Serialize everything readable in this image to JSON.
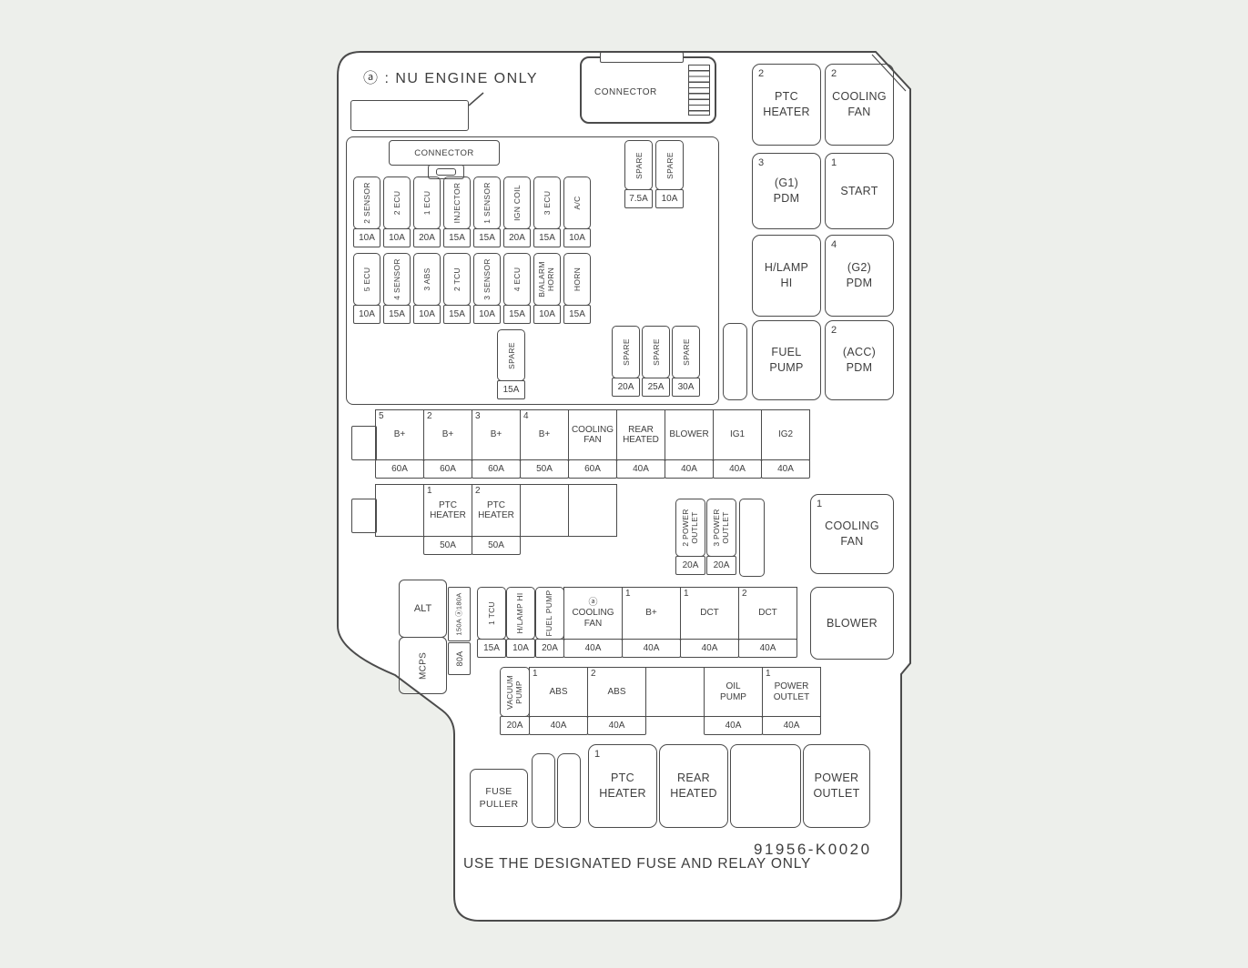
{
  "legend": {
    "note": "ⓐ : NU ENGINE ONLY"
  },
  "connector_top": {
    "label": "CONNECTOR"
  },
  "connector_inner": {
    "label": "CONNECTOR"
  },
  "row1": [
    {
      "text": "2 SENSOR",
      "amp": "10A"
    },
    {
      "text": "2 ECU",
      "amp": "10A"
    },
    {
      "text": "1 ECU",
      "amp": "20A"
    },
    {
      "text": "INJECTOR",
      "amp": "15A"
    },
    {
      "text": "1 SENSOR",
      "amp": "15A"
    },
    {
      "text": "IGN COIL",
      "amp": "20A"
    },
    {
      "text": "3 ECU",
      "amp": "15A"
    },
    {
      "text": "A/C",
      "amp": "10A"
    }
  ],
  "row2": [
    {
      "text": "5 ECU",
      "amp": "10A"
    },
    {
      "text": "4 SENSOR",
      "amp": "15A"
    },
    {
      "text": "3 ABS",
      "amp": "10A"
    },
    {
      "text": "2 TCU",
      "amp": "15A"
    },
    {
      "text": "3 SENSOR",
      "amp": "10A"
    },
    {
      "text": "4 ECU",
      "amp": "15A"
    },
    {
      "text": "B/ALARM HORN",
      "amp": "10A"
    },
    {
      "text": "HORN",
      "amp": "15A"
    }
  ],
  "spares_top": [
    {
      "text": "SPARE",
      "amp": "7.5A"
    },
    {
      "text": "SPARE",
      "amp": "10A"
    }
  ],
  "spare_mid": {
    "text": "SPARE",
    "amp": "15A"
  },
  "spares_right": [
    {
      "text": "SPARE",
      "amp": "20A"
    },
    {
      "text": "SPARE",
      "amp": "25A"
    },
    {
      "text": "SPARE",
      "amp": "30A"
    }
  ],
  "relays": {
    "ptc_heater": {
      "num": "2",
      "label": "PTC\nHEATER"
    },
    "cooling_fan": {
      "num": "2",
      "label": "COOLING\nFAN"
    },
    "g1_pdm": {
      "num": "3",
      "label": "(G1)\nPDM"
    },
    "start": {
      "num": "1",
      "label": "START"
    },
    "hlamp_hi": {
      "num": "",
      "label": "H/LAMP\nHI"
    },
    "g2_pdm": {
      "num": "4",
      "label": "(G2)\nPDM"
    },
    "fuel_pump": {
      "num": "",
      "label": "FUEL\nPUMP"
    },
    "acc_pdm": {
      "num": "2",
      "label": "(ACC)\nPDM"
    },
    "cooling_fan_mid": {
      "num": "1",
      "label": "COOLING\nFAN"
    },
    "blower": {
      "num": "",
      "label": "BLOWER"
    }
  },
  "main_row": [
    {
      "num": "5",
      "label": "B+",
      "amp": "60A"
    },
    {
      "num": "2",
      "label": "B+",
      "amp": "60A"
    },
    {
      "num": "3",
      "label": "B+",
      "amp": "60A"
    },
    {
      "num": "4",
      "label": "B+",
      "amp": "50A"
    },
    {
      "num": "",
      "label": "COOLING\nFAN",
      "amp": "60A"
    },
    {
      "num": "",
      "label": "REAR\nHEATED",
      "amp": "40A"
    },
    {
      "num": "",
      "label": "BLOWER",
      "amp": "40A"
    },
    {
      "num": "",
      "label": "IG1",
      "amp": "40A"
    },
    {
      "num": "",
      "label": "IG2",
      "amp": "40A"
    }
  ],
  "ptc_row": [
    {
      "num": "",
      "label": "",
      "amp": ""
    },
    {
      "num": "1",
      "label": "PTC\nHEATER",
      "amp": "50A"
    },
    {
      "num": "2",
      "label": "PTC\nHEATER",
      "amp": "50A"
    },
    {
      "num": "",
      "label": "",
      "amp": ""
    },
    {
      "num": "",
      "label": "",
      "amp": ""
    }
  ],
  "power_outlets": [
    {
      "text": "2 POWER OUTLET",
      "amp": "20A"
    },
    {
      "text": "3 POWER OUTLET",
      "amp": "20A"
    }
  ],
  "alt_block": {
    "alt": "ALT",
    "alt_amp": "150A ⓐ180A",
    "mcps": "MCPS",
    "mcps_amp": "80A"
  },
  "row3": [
    {
      "text": "1 TCU",
      "amp": "15A"
    },
    {
      "text": "H/LAMP HI",
      "amp": "10A"
    },
    {
      "text": "FUEL PUMP",
      "amp": "20A"
    },
    {
      "num": "",
      "label": "ⓐ\nCOOLING\nFAN",
      "amp": "40A"
    },
    {
      "num": "1",
      "label": "B+",
      "amp": "40A"
    },
    {
      "num": "1",
      "label": "DCT",
      "amp": "40A"
    },
    {
      "num": "2",
      "label": "DCT",
      "amp": "40A"
    }
  ],
  "row4": [
    {
      "text": "VACUUM PUMP",
      "amp": "20A"
    },
    {
      "num": "1",
      "label": "ABS",
      "amp": "40A"
    },
    {
      "num": "2",
      "label": "ABS",
      "amp": "40A"
    },
    {
      "num": "",
      "label": "",
      "amp": ""
    },
    {
      "num": "",
      "label": "OIL\nPUMP",
      "amp": "40A"
    },
    {
      "num": "1",
      "label": "POWER\nOUTLET",
      "amp": "40A"
    }
  ],
  "bottom": {
    "fuse_puller": "FUSE\nPULLER",
    "ptc_heater": {
      "num": "1",
      "label": "PTC\nHEATER"
    },
    "rear_heated": {
      "num": "",
      "label": "REAR\nHEATED"
    },
    "power_outlet": {
      "num": "",
      "label": "POWER\nOUTLET"
    }
  },
  "footer": {
    "part_number": "91956-K0020",
    "warning": "USE THE DESIGNATED FUSE AND RELAY ONLY"
  },
  "colors": {
    "line": "#4b4b4b",
    "background": "#edefeb",
    "paper": "#ffffff"
  }
}
